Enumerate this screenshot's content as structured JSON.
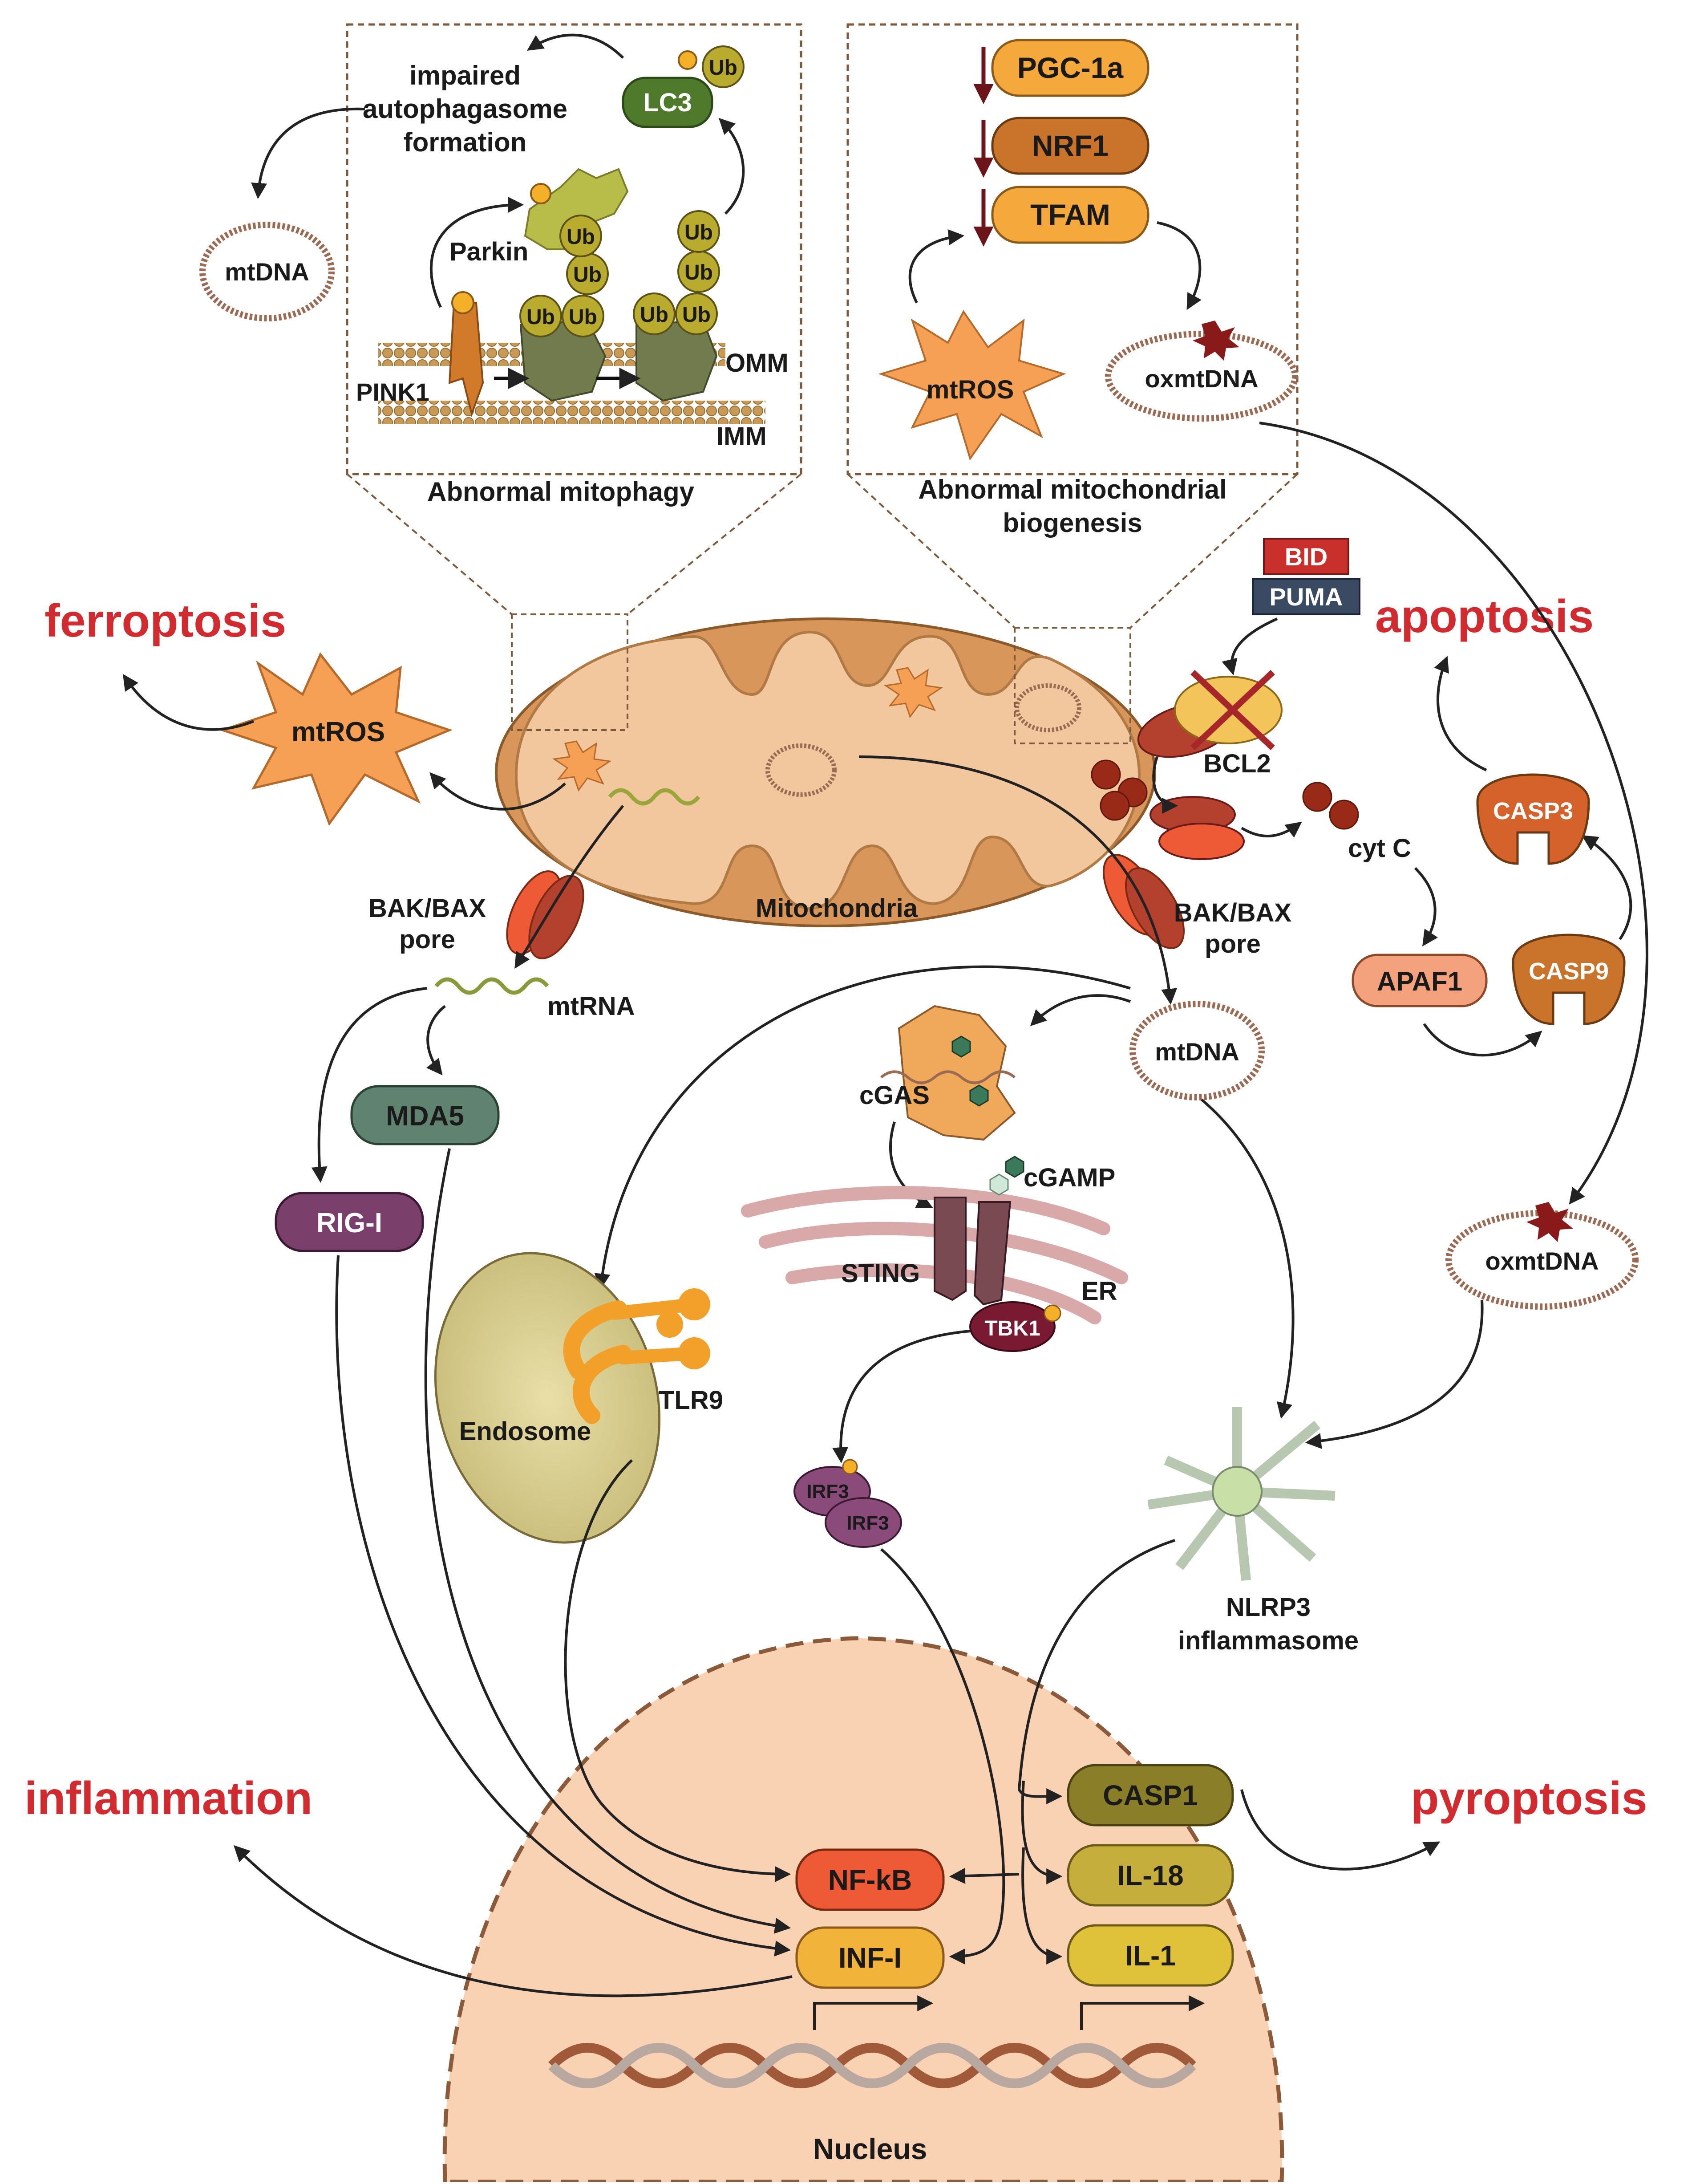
{
  "outcomes": {
    "ferroptosis": "ferroptosis",
    "apoptosis": "apoptosis",
    "inflammation": "inflammation",
    "pyroptosis": "pyroptosis"
  },
  "panels": {
    "mitophagy": {
      "title": "Abnormal mitophagy",
      "impaired_line1": "impaired",
      "impaired_line2": "autophagasome",
      "impaired_line3": "formation",
      "lc3": "LC3",
      "ub": "Ub",
      "parkin": "Parkin",
      "pink1": "PINK1",
      "omm": "OMM",
      "imm": "IMM",
      "mtdna": "mtDNA"
    },
    "biogenesis": {
      "title_line1": "Abnormal mitochondrial",
      "title_line2": "biogenesis",
      "pgc": "PGC-1a",
      "nrf1": "NRF1",
      "tfam": "TFAM",
      "mtros": "mtROS",
      "oxmtdna": "oxmtDNA"
    }
  },
  "mito": {
    "label": "Mitochondria",
    "mtros": "mtROS",
    "bak_left_line1": "BAK/BAX",
    "bak_left_line2": "pore",
    "bak_right_line1": "BAK/BAX",
    "bak_right_line2": "pore",
    "bid": "BID",
    "puma": "PUMA",
    "bcl2": "BCL2",
    "cytc": "cyt C"
  },
  "apoptosis_path": {
    "apaf1": "APAF1",
    "casp9": "CASP9",
    "casp3": "CASP3"
  },
  "sensors": {
    "mtrna": "mtRNA",
    "mda5": "MDA5",
    "rigi": "RIG-I",
    "mtdna": "mtDNA",
    "cgas": "cGAS",
    "cgamp": "cGAMP",
    "sting": "STING",
    "er": "ER",
    "tbk1": "TBK1",
    "endosome": "Endosome",
    "tlr9": "TLR9",
    "irf3_a": "IRF3",
    "irf3_b": "IRF3",
    "oxmtdna": "oxmtDNA",
    "nlrp3_line1": "NLRP3",
    "nlrp3_line2": "inflammasome"
  },
  "nucleus": {
    "label": "Nucleus",
    "nfkb": "NF-kB",
    "infi": "INF-I",
    "casp1": "CASP1",
    "il18": "IL-18",
    "il1": "IL-1"
  },
  "colors": {
    "outcome_red": "#d12a2f",
    "mito_outer": "#d9965a",
    "mito_inner": "#f3c79e",
    "nucleus_fill": "#f9d1b3",
    "ros_orange": "#f6a055",
    "lc3_green": "#4f7a2c",
    "ub_olive": "#b9ab2d",
    "pgc_orange": "#f5a83b",
    "nrf1_brown": "#c9742a",
    "mda5_teal": "#5f8271",
    "rigi_purple": "#7a3f6b",
    "nfkb_red": "#ee5a35",
    "infi_orange": "#f2b33a",
    "casp1_olive": "#8a7e28",
    "il18_olive": "#c6ae3d",
    "il1_yellow": "#dfc23a",
    "casp_orange": "#d5622a",
    "apaf1_salmon": "#f4a27d",
    "bid_red": "#c9302c",
    "puma_navy": "#3a4a63"
  }
}
